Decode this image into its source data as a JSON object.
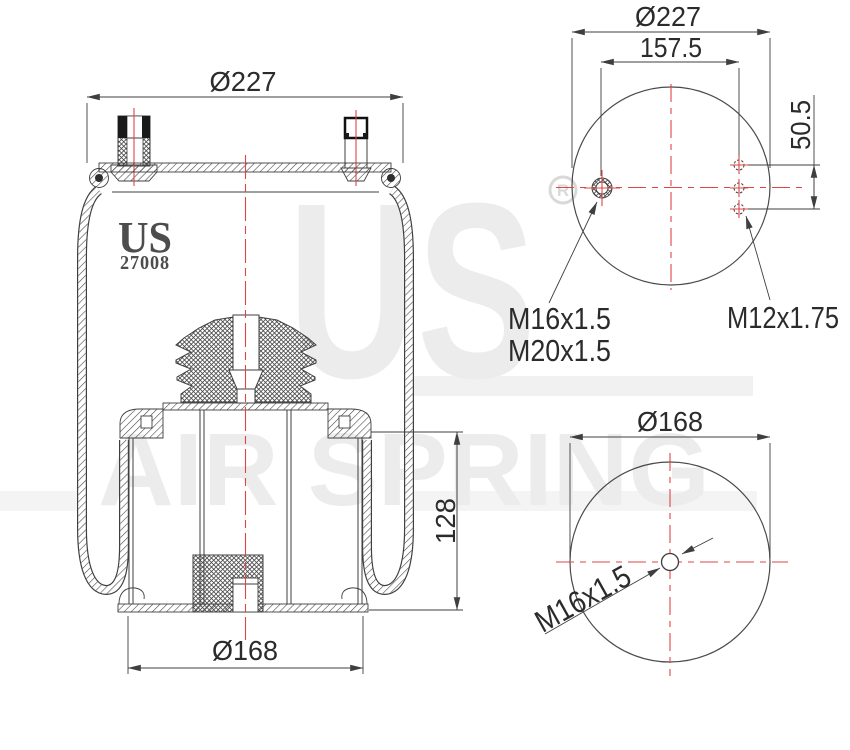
{
  "brand": {
    "name": "US",
    "part_number": "27008"
  },
  "watermark": {
    "brand": "US",
    "air_spring": "AIR SPRING",
    "registered": "R"
  },
  "colors": {
    "line": "#3f3f3f",
    "centerline_red": "#e04545",
    "watermark_gray": "#ececec",
    "text": "#2b2b2b",
    "background": "#ffffff"
  },
  "views": {
    "side": {
      "title": "side-section-view",
      "dim_top_diameter": "Ø227",
      "dim_height": "128",
      "dim_bottom_diameter": "Ø168"
    },
    "top": {
      "title": "top-view",
      "dim_outer_diameter": "Ø227",
      "dim_bolt_spacing": "157.5",
      "dim_hole_spacing": "50.5",
      "label_air_fitting": "M16x1.5",
      "label_air_fitting_alt": "M20x1.5",
      "label_studs": "M12x1.75"
    },
    "bottom": {
      "title": "bottom-view",
      "dim_diameter": "Ø168",
      "label_center_hole": "M16x1.5"
    }
  }
}
